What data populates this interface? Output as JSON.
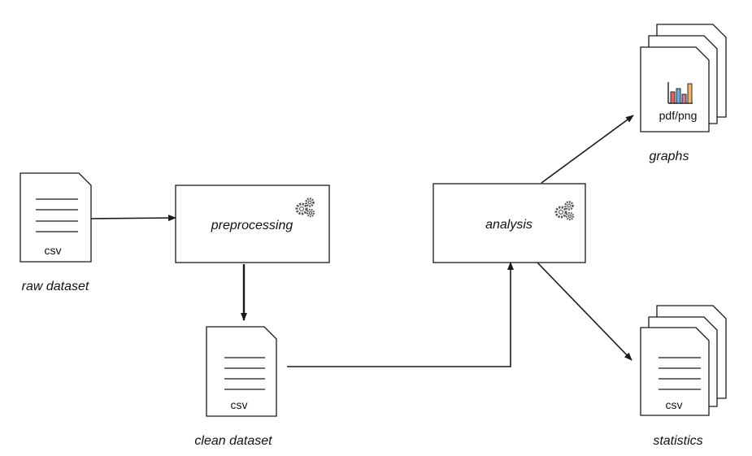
{
  "nodes": {
    "raw_dataset": {
      "file_type": "csv",
      "caption": "raw dataset"
    },
    "preprocessing": {
      "label": "preprocessing",
      "icon": "gears-icon"
    },
    "clean_dataset": {
      "file_type": "csv",
      "caption": "clean dataset"
    },
    "analysis": {
      "label": "analysis",
      "icon": "gears-icon"
    },
    "graphs": {
      "file_type": "pdf/png",
      "caption": "graphs",
      "icon": "bar-chart-icon"
    },
    "statistics": {
      "file_type": "csv",
      "caption": "statistics"
    }
  },
  "edges": [
    {
      "from": "raw dataset",
      "to": "preprocessing"
    },
    {
      "from": "preprocessing",
      "to": "clean dataset"
    },
    {
      "from": "clean dataset",
      "to": "analysis"
    },
    {
      "from": "analysis",
      "to": "graphs"
    },
    {
      "from": "analysis",
      "to": "statistics"
    }
  ],
  "colors": {
    "stroke": "#1a1a1a",
    "chart_bars": [
      "#e06666",
      "#6fa8dc",
      "#f6b26b",
      "#c27ba0"
    ]
  }
}
